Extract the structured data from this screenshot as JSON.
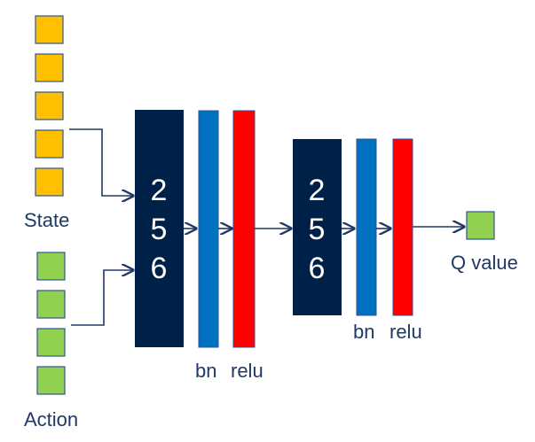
{
  "inputs": {
    "state_label": "State",
    "action_label": "Action",
    "state_color": "#ffc000",
    "action_color": "#92d050",
    "state_count": 5,
    "action_count": 4
  },
  "layer1": {
    "size_digits": [
      "2",
      "5",
      "6"
    ],
    "bn_label": "bn",
    "relu_label": "relu"
  },
  "layer2": {
    "size_digits": [
      "2",
      "5",
      "6"
    ],
    "bn_label": "bn",
    "relu_label": "relu"
  },
  "output": {
    "label": "Q value",
    "color": "#92d050"
  },
  "colors": {
    "dense": "#002147",
    "bn": "#0070c0",
    "relu": "#ff0000",
    "arrows": "#1f3864"
  }
}
